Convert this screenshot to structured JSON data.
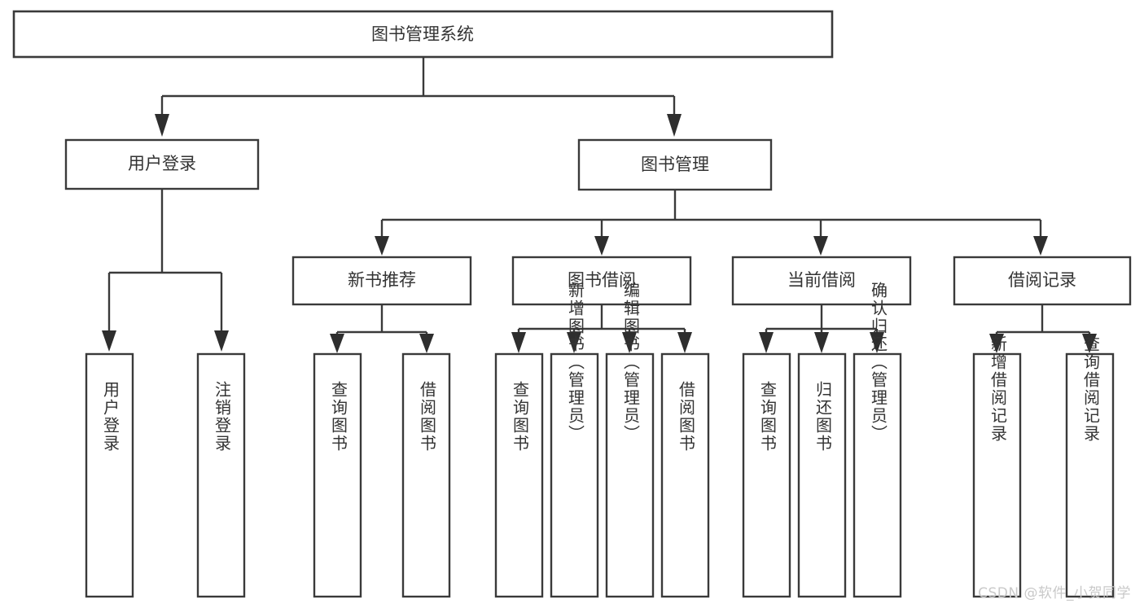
{
  "diagram": {
    "title": "图书管理系统",
    "type": "tree-hierarchy",
    "orientation": "top-down",
    "colors": {
      "box_border": "#3a3a3a",
      "box_fill": "#ffffff",
      "connector": "#3a3a3a",
      "text": "#333333",
      "watermark": "#c9c9c9",
      "background": "#ffffff"
    }
  },
  "nodes": {
    "root": {
      "label": "图书管理系统"
    },
    "level1": [
      {
        "label": "用户登录"
      },
      {
        "label": "图书管理"
      }
    ],
    "level2": [
      {
        "label": "新书推荐"
      },
      {
        "label": "图书借阅"
      },
      {
        "label": "当前借阅"
      },
      {
        "label": "借阅记录"
      }
    ],
    "leaves_user_login": [
      {
        "label": "用户登录"
      },
      {
        "label": "注销登录"
      }
    ],
    "leaves_new_book": [
      {
        "label": "查询图书"
      },
      {
        "label": "借阅图书"
      }
    ],
    "leaves_borrow": [
      {
        "label": "查询图书"
      },
      {
        "label": "新增图书（管理员）"
      },
      {
        "label": "编辑图书（管理员）"
      },
      {
        "label": "借阅图书"
      }
    ],
    "leaves_current": [
      {
        "label": "查询图书"
      },
      {
        "label": "归还图书"
      },
      {
        "label": "确认归还（管理员）"
      }
    ],
    "leaves_record": [
      {
        "label": "新增借阅记录"
      },
      {
        "label": "查询借阅记录"
      }
    ]
  },
  "watermark": {
    "text": "CSDN @软件_小贺同学"
  }
}
